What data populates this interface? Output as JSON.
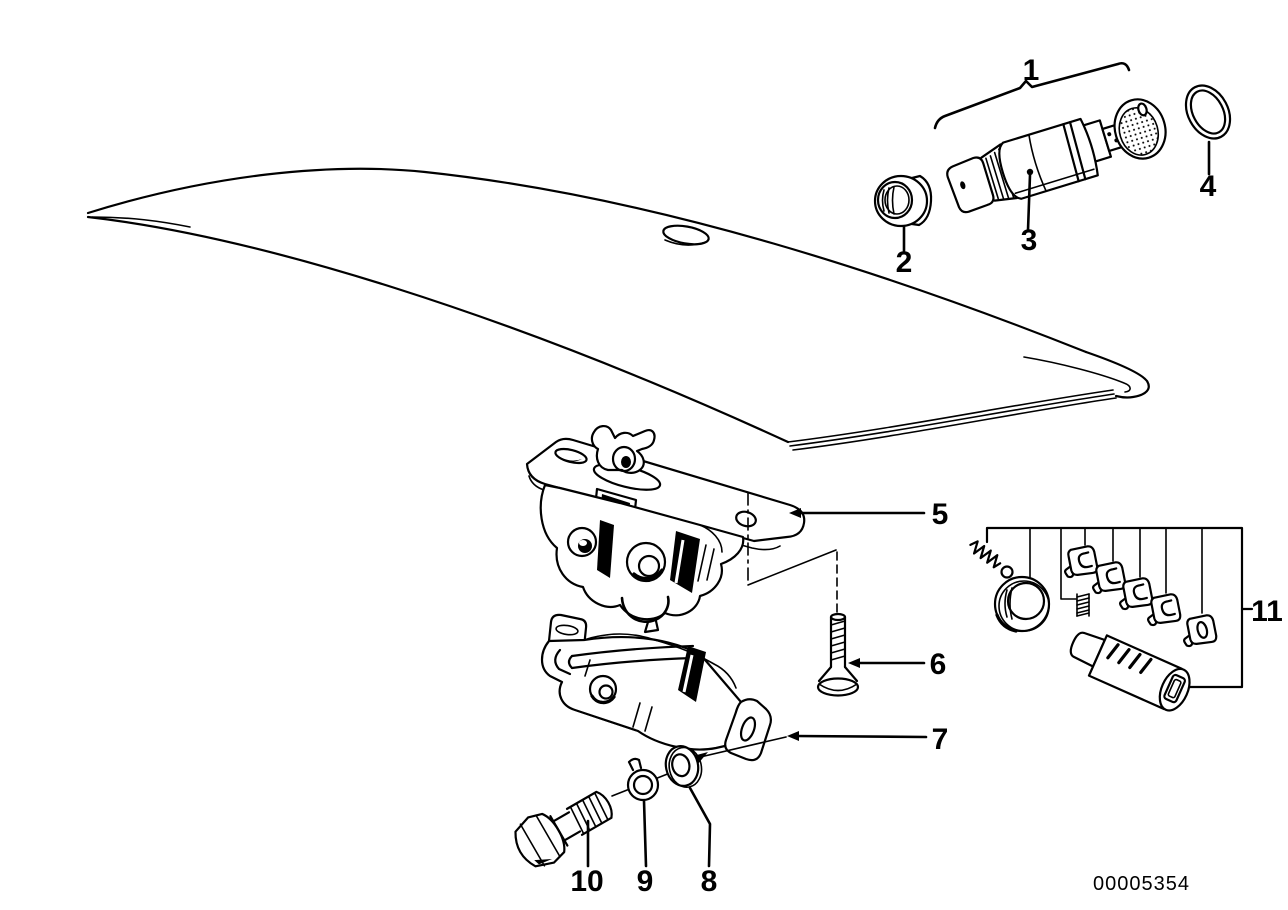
{
  "figure": {
    "type": "exploded-parts-diagram",
    "background_color": "#ffffff",
    "line_color": "#000000"
  },
  "callout_labels": {
    "n1": "1",
    "n2": "2",
    "n3": "3",
    "n4": "4",
    "n5": "5",
    "n6": "6",
    "n7": "7",
    "n8": "8",
    "n9": "9",
    "n10": "10",
    "n11": "11"
  },
  "footer": {
    "code": "00005354"
  }
}
